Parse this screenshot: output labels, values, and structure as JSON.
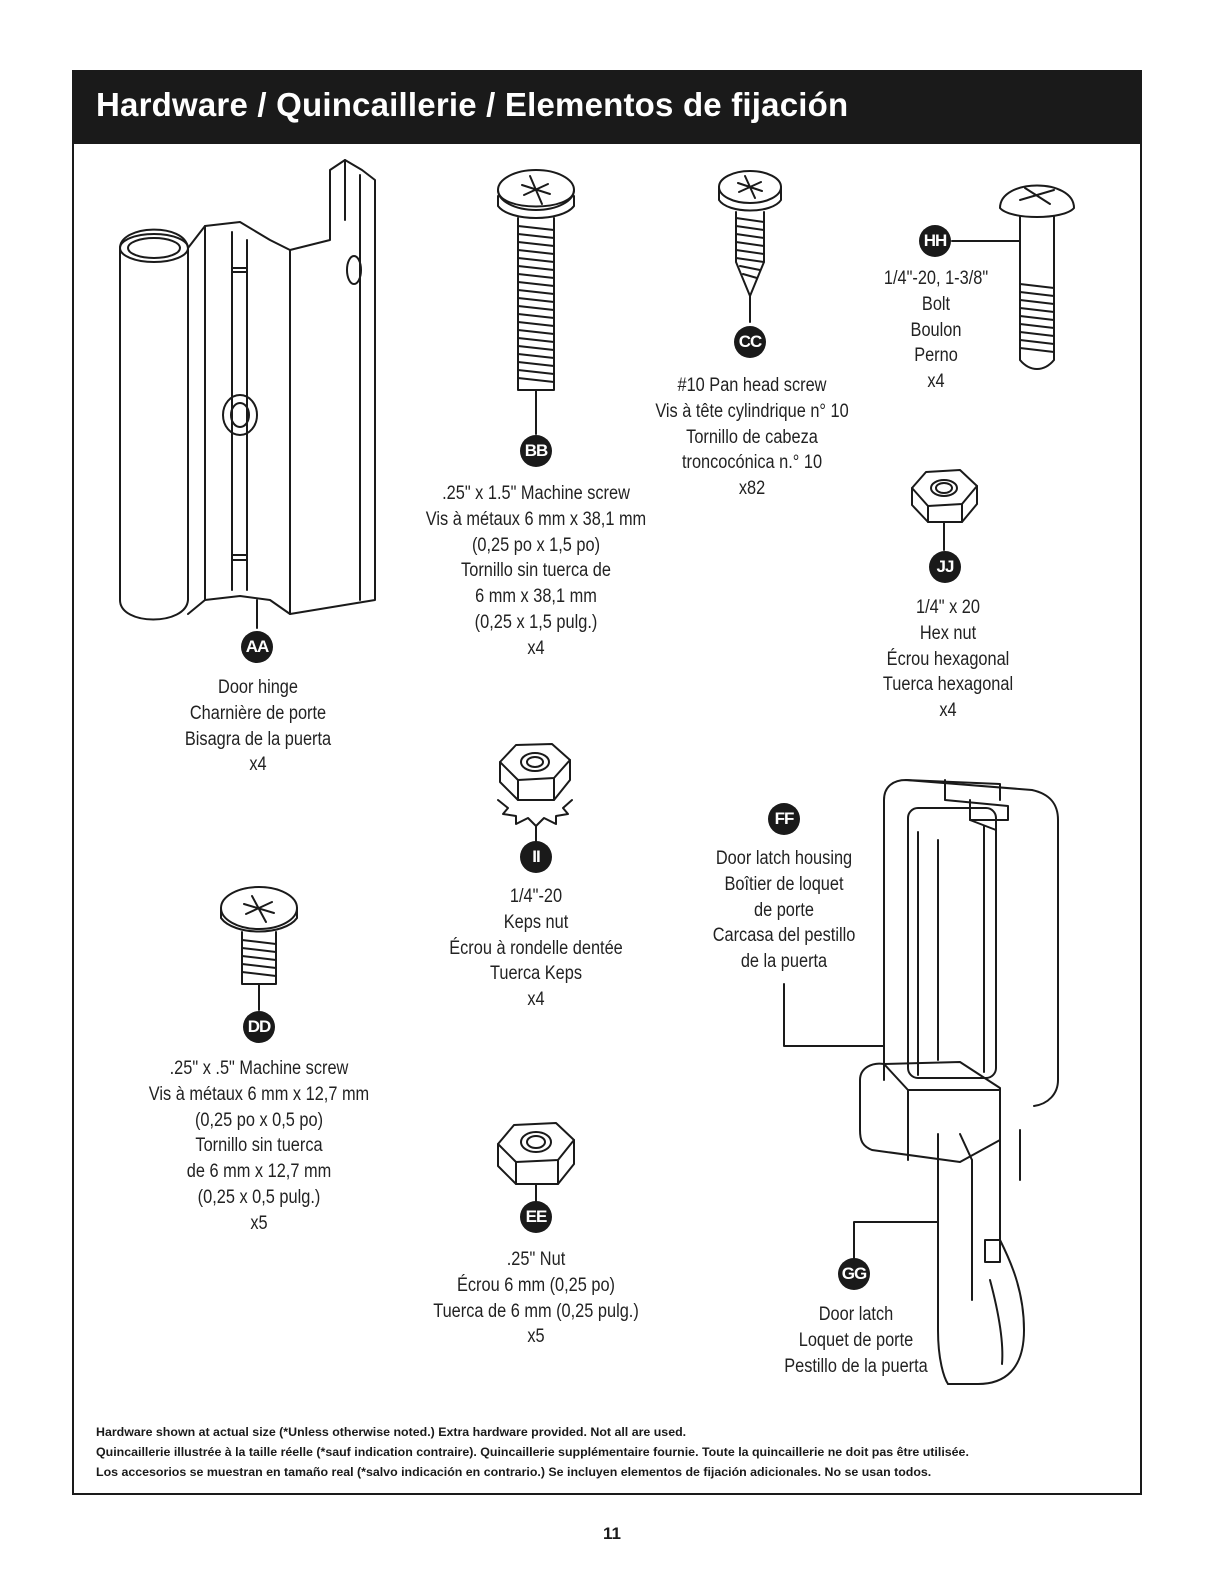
{
  "header": {
    "title": "Hardware / Quincaillerie / Elementos de fijación"
  },
  "parts": {
    "AA": {
      "badge": "AA",
      "lines": [
        "Door hinge",
        "Charnière de porte",
        "Bisagra de la puerta",
        "x4"
      ]
    },
    "BB": {
      "badge": "BB",
      "lines": [
        ".25\" x 1.5\" Machine screw",
        "Vis à métaux 6 mm x 38,1 mm",
        "(0,25 po x 1,5 po)",
        "Tornillo sin tuerca de",
        "6 mm x 38,1 mm",
        "(0,25 x 1,5 pulg.)",
        "x4"
      ]
    },
    "CC": {
      "badge": "CC",
      "lines": [
        "#10 Pan head screw",
        "Vis à tête cylindrique n° 10",
        "Tornillo de cabeza",
        "troncocónica n.° 10",
        "x82"
      ]
    },
    "HH": {
      "badge": "HH",
      "lines": [
        "1/4\"-20, 1-3/8\"",
        "Bolt",
        "Boulon",
        "Perno",
        "x4"
      ]
    },
    "JJ": {
      "badge": "JJ",
      "lines": [
        "1/4\" x 20",
        "Hex nut",
        "Écrou hexagonal",
        "Tuerca hexagonal",
        "x4"
      ]
    },
    "II": {
      "badge": "II",
      "lines": [
        "1/4\"-20",
        "Keps nut",
        "Écrou à rondelle dentée",
        "Tuerca Keps",
        "x4"
      ]
    },
    "FF": {
      "badge": "FF",
      "lines": [
        "Door latch housing",
        "Boîtier de loquet",
        "de porte",
        "Carcasa del pestillo",
        "de la puerta"
      ]
    },
    "DD": {
      "badge": "DD",
      "lines": [
        ".25\" x .5\" Machine screw",
        "Vis à métaux 6 mm x 12,7 mm",
        "(0,25 po x 0,5 po)",
        "Tornillo sin tuerca",
        "de 6 mm x 12,7 mm",
        "(0,25 x 0,5 pulg.)",
        "x5"
      ]
    },
    "EE": {
      "badge": "EE",
      "lines": [
        ".25\" Nut",
        "Écrou 6 mm (0,25 po)",
        "Tuerca de 6 mm (0,25 pulg.)",
        "x5"
      ]
    },
    "GG": {
      "badge": "GG",
      "lines": [
        "Door latch",
        "Loquet de porte",
        "Pestillo de la puerta"
      ]
    }
  },
  "footnote": {
    "en": "Hardware shown at actual size (*Unless otherwise noted.) Extra hardware provided. Not all are used.",
    "fr": "Quincaillerie illustrée à la taille réelle (*sauf indication contraire). Quincaillerie supplémentaire fournie. Toute la quincaillerie ne doit pas être utilisée.",
    "es": "Los accesorios se muestran en tamaño real (*salvo indicación en contrario.) Se incluyen elementos de fijación adicionales. No se usan todos."
  },
  "page_number": "11",
  "colors": {
    "ink": "#1a1a1a",
    "header_bg": "#1a1a1a",
    "header_text": "#ffffff"
  }
}
